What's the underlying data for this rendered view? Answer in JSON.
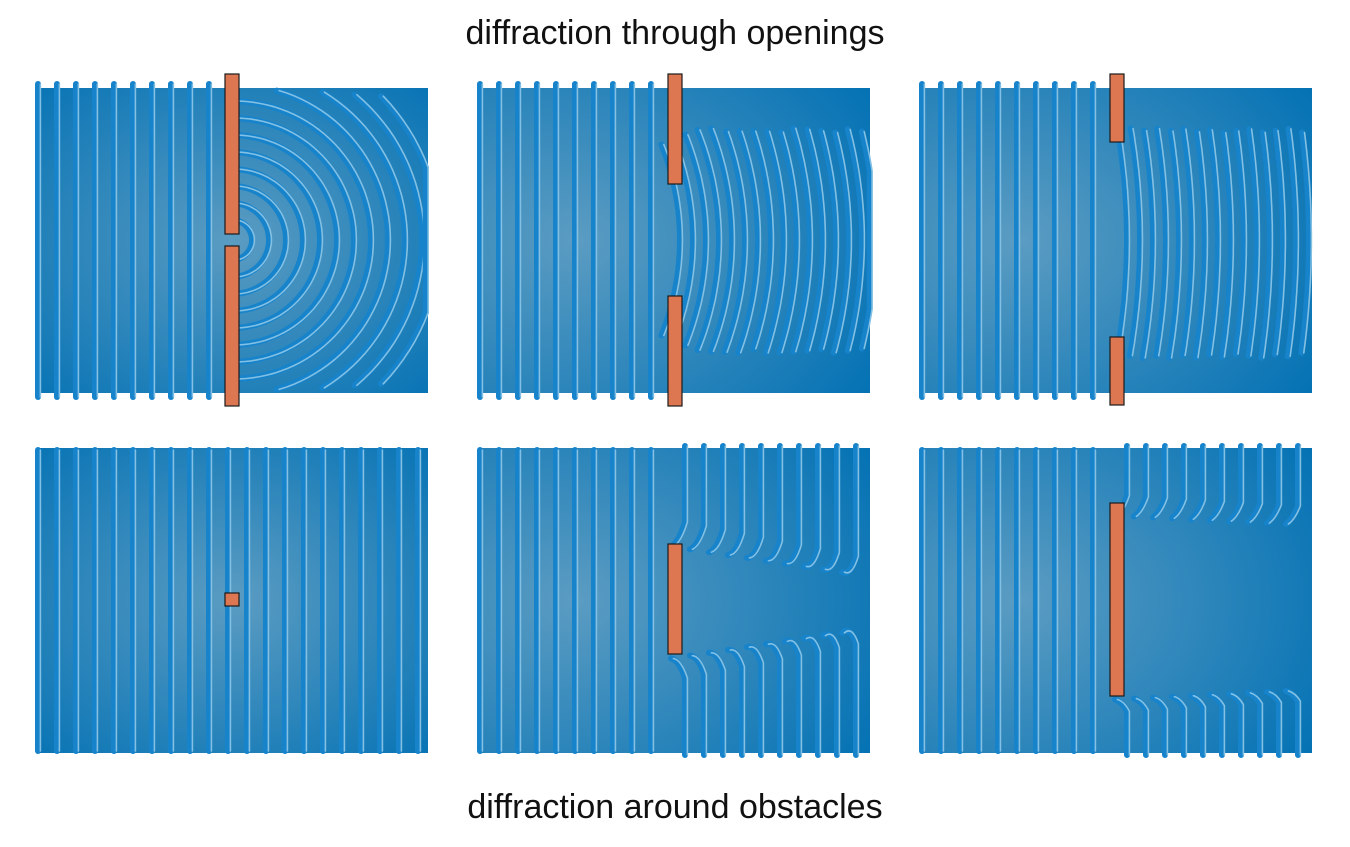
{
  "title_top": "diffraction through openings",
  "title_bottom": "diffraction around obstacles",
  "colors": {
    "water_dark": "#0472b4",
    "water_light": "#5b9cc2",
    "wave_crest": "#1683cb",
    "wave_highlight": "#8fc6e6",
    "barrier_fill": "#dd7752",
    "barrier_stroke": "#1a1a1a"
  },
  "panels": [
    {
      "name": "small-opening",
      "kind": "opening",
      "size": "small"
    },
    {
      "name": "medium-opening",
      "kind": "opening",
      "size": "medium"
    },
    {
      "name": "large-opening",
      "kind": "opening",
      "size": "large"
    },
    {
      "name": "small-obstacle",
      "kind": "obstacle",
      "size": "small"
    },
    {
      "name": "medium-obstacle",
      "kind": "obstacle",
      "size": "medium"
    },
    {
      "name": "large-obstacle",
      "kind": "obstacle",
      "size": "large"
    }
  ]
}
